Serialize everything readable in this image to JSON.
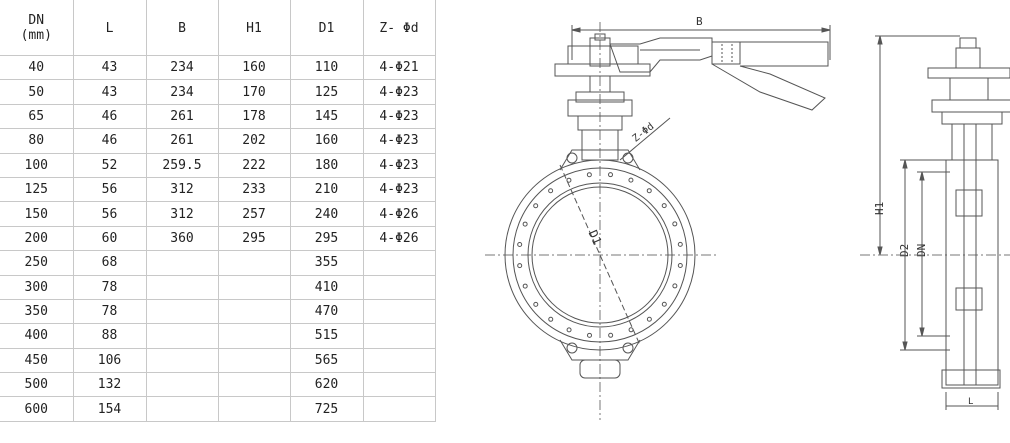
{
  "table": {
    "headers": {
      "dn_line1": "DN",
      "dn_line2": "(mm)",
      "l": "L",
      "b": "B",
      "h1": "H1",
      "d1": "D1",
      "zd": "Z- Φd"
    },
    "rows": [
      {
        "dn": "40",
        "l": "43",
        "b": "234",
        "h1": "160",
        "d1": "110",
        "zd": "4-Φ21"
      },
      {
        "dn": "50",
        "l": "43",
        "b": "234",
        "h1": "170",
        "d1": "125",
        "zd": "4-Φ23"
      },
      {
        "dn": "65",
        "l": "46",
        "b": "261",
        "h1": "178",
        "d1": "145",
        "zd": "4-Φ23"
      },
      {
        "dn": "80",
        "l": "46",
        "b": "261",
        "h1": "202",
        "d1": "160",
        "zd": "4-Φ23"
      },
      {
        "dn": "100",
        "l": "52",
        "b": "259.5",
        "h1": "222",
        "d1": "180",
        "zd": "4-Φ23"
      },
      {
        "dn": "125",
        "l": "56",
        "b": "312",
        "h1": "233",
        "d1": "210",
        "zd": "4-Φ23"
      },
      {
        "dn": "150",
        "l": "56",
        "b": "312",
        "h1": "257",
        "d1": "240",
        "zd": "4-Φ26"
      },
      {
        "dn": "200",
        "l": "60",
        "b": "360",
        "h1": "295",
        "d1": "295",
        "zd": "4-Φ26"
      },
      {
        "dn": "250",
        "l": "68",
        "b": "",
        "h1": "",
        "d1": "355",
        "zd": ""
      },
      {
        "dn": "300",
        "l": "78",
        "b": "",
        "h1": "",
        "d1": "410",
        "zd": ""
      },
      {
        "dn": "350",
        "l": "78",
        "b": "",
        "h1": "",
        "d1": "470",
        "zd": ""
      },
      {
        "dn": "400",
        "l": "88",
        "b": "",
        "h1": "",
        "d1": "515",
        "zd": ""
      },
      {
        "dn": "450",
        "l": "106",
        "b": "",
        "h1": "",
        "d1": "565",
        "zd": ""
      },
      {
        "dn": "500",
        "l": "132",
        "b": "",
        "h1": "",
        "d1": "620",
        "zd": ""
      },
      {
        "dn": "600",
        "l": "154",
        "b": "",
        "h1": "",
        "d1": "725",
        "zd": ""
      }
    ]
  },
  "drawing": {
    "front": {
      "label_b": "B",
      "label_zd": "Z-Φd",
      "label_d1": "D1"
    },
    "side": {
      "label_h1": "H1",
      "label_d2": "D2",
      "label_dn": "DN",
      "label_l": "L"
    }
  }
}
